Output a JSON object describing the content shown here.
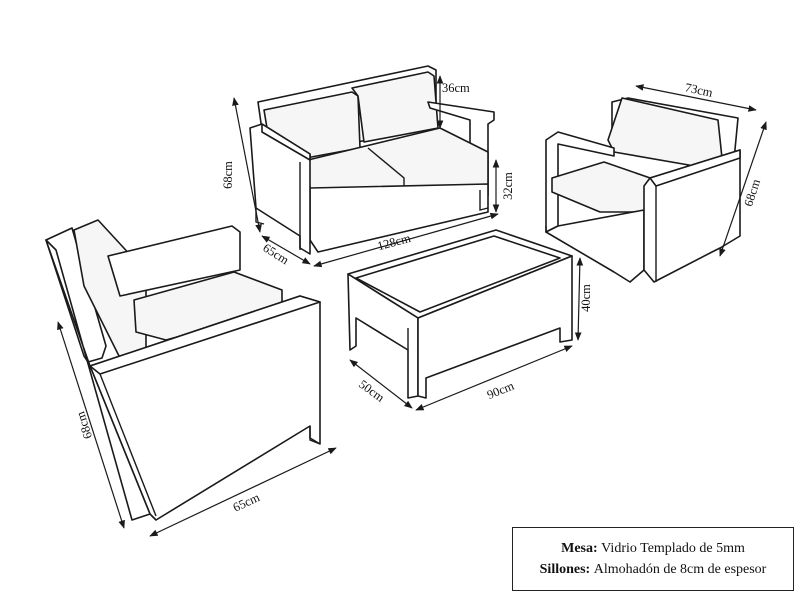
{
  "dimensions": {
    "sofa_height": "68cm",
    "sofa_depth": "65cm",
    "sofa_width": "128cm",
    "sofa_arm_height": "36cm",
    "sofa_seat_height": "32cm",
    "armchair_right_width": "73cm",
    "armchair_right_height": "68cm",
    "table_height": "40cm",
    "table_depth": "50cm",
    "table_width": "90cm",
    "armchair_left_height": "68cm",
    "armchair_left_width": "65cm"
  },
  "legend": {
    "row1_label": "Mesa:",
    "row1_text": "Vidrio Templado de 5mm",
    "row2_label": "Sillones:",
    "row2_text": "Almohadón de 8cm de espesor"
  }
}
